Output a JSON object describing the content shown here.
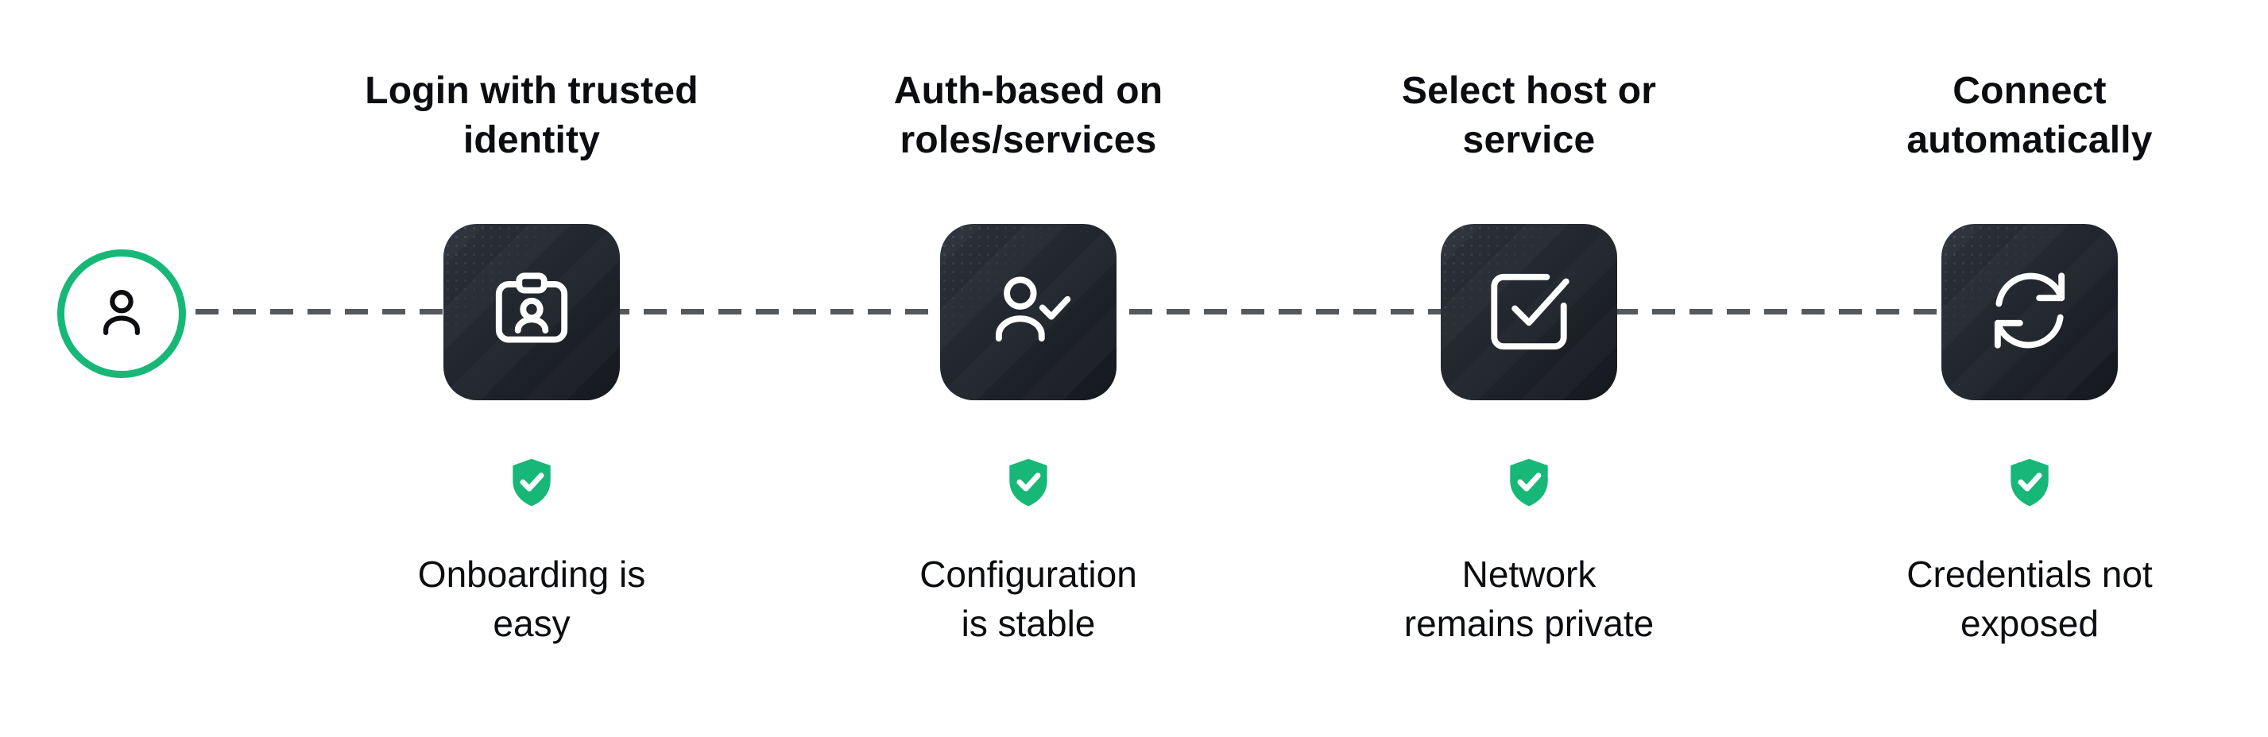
{
  "palette": {
    "accent_green": "#17b877",
    "tile_dark_from": "#2c313b",
    "tile_dark_to": "#15181d",
    "dash_gray": "#55585d",
    "text_black": "#0b0d10"
  },
  "start": {
    "icon": "user-icon"
  },
  "connector": {
    "style": "dashed"
  },
  "steps": [
    {
      "title": "Login with trusted\nidentity",
      "icon": "id-badge-icon",
      "badge_icon": "shield-check-icon",
      "benefit": "Onboarding is\neasy"
    },
    {
      "title": "Auth-based on\nroles/services",
      "icon": "user-check-icon",
      "badge_icon": "shield-check-icon",
      "benefit": "Configuration\nis stable"
    },
    {
      "title": "Select host or\nservice",
      "icon": "checkbox-check-icon",
      "badge_icon": "shield-check-icon",
      "benefit": "Network\nremains private"
    },
    {
      "title": "Connect\nautomatically",
      "icon": "sync-arrows-icon",
      "badge_icon": "shield-check-icon",
      "benefit": "Credentials not\nexposed"
    }
  ]
}
